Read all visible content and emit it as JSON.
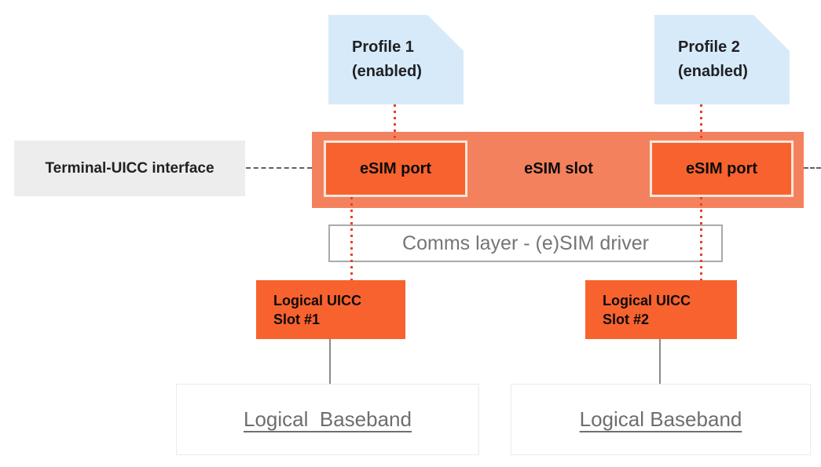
{
  "profiles": [
    {
      "name": "Profile 1",
      "status": "(enabled)"
    },
    {
      "name": "Profile 2",
      "status": "(enabled)"
    }
  ],
  "terminal_interface_label": "Terminal-UICC interface",
  "esim_slot": {
    "label": "eSIM slot",
    "ports": [
      {
        "label": "eSIM port"
      },
      {
        "label": "eSIM port"
      }
    ]
  },
  "comms_layer_label": "Comms layer - (e)SIM driver",
  "uicc_slots": [
    {
      "line1": "Logical UICC",
      "line2": "Slot #1"
    },
    {
      "line1": "Logical UICC",
      "line2": "Slot #2"
    }
  ],
  "basebands": [
    {
      "label": "Logical  Baseband"
    },
    {
      "label": "Logical Baseband"
    }
  ],
  "colors": {
    "profile_fill": "#D7EAF9",
    "slot_fill": "#F4815D",
    "port_fill": "#F8622F",
    "port_border": "#FBE7DB",
    "uicc_fill": "#F8622F",
    "terminal_fill": "#EDEDED",
    "text_dark": "#202124",
    "gray_text": "#757575",
    "baseband_text": "#6E6E6E",
    "comms_border": "#AAAAAA",
    "baseband_border": "#EBEBEB",
    "connector_gray": "#8A8A8A",
    "dashed_gray": "#616161",
    "dotted_red": "#E8402A"
  }
}
